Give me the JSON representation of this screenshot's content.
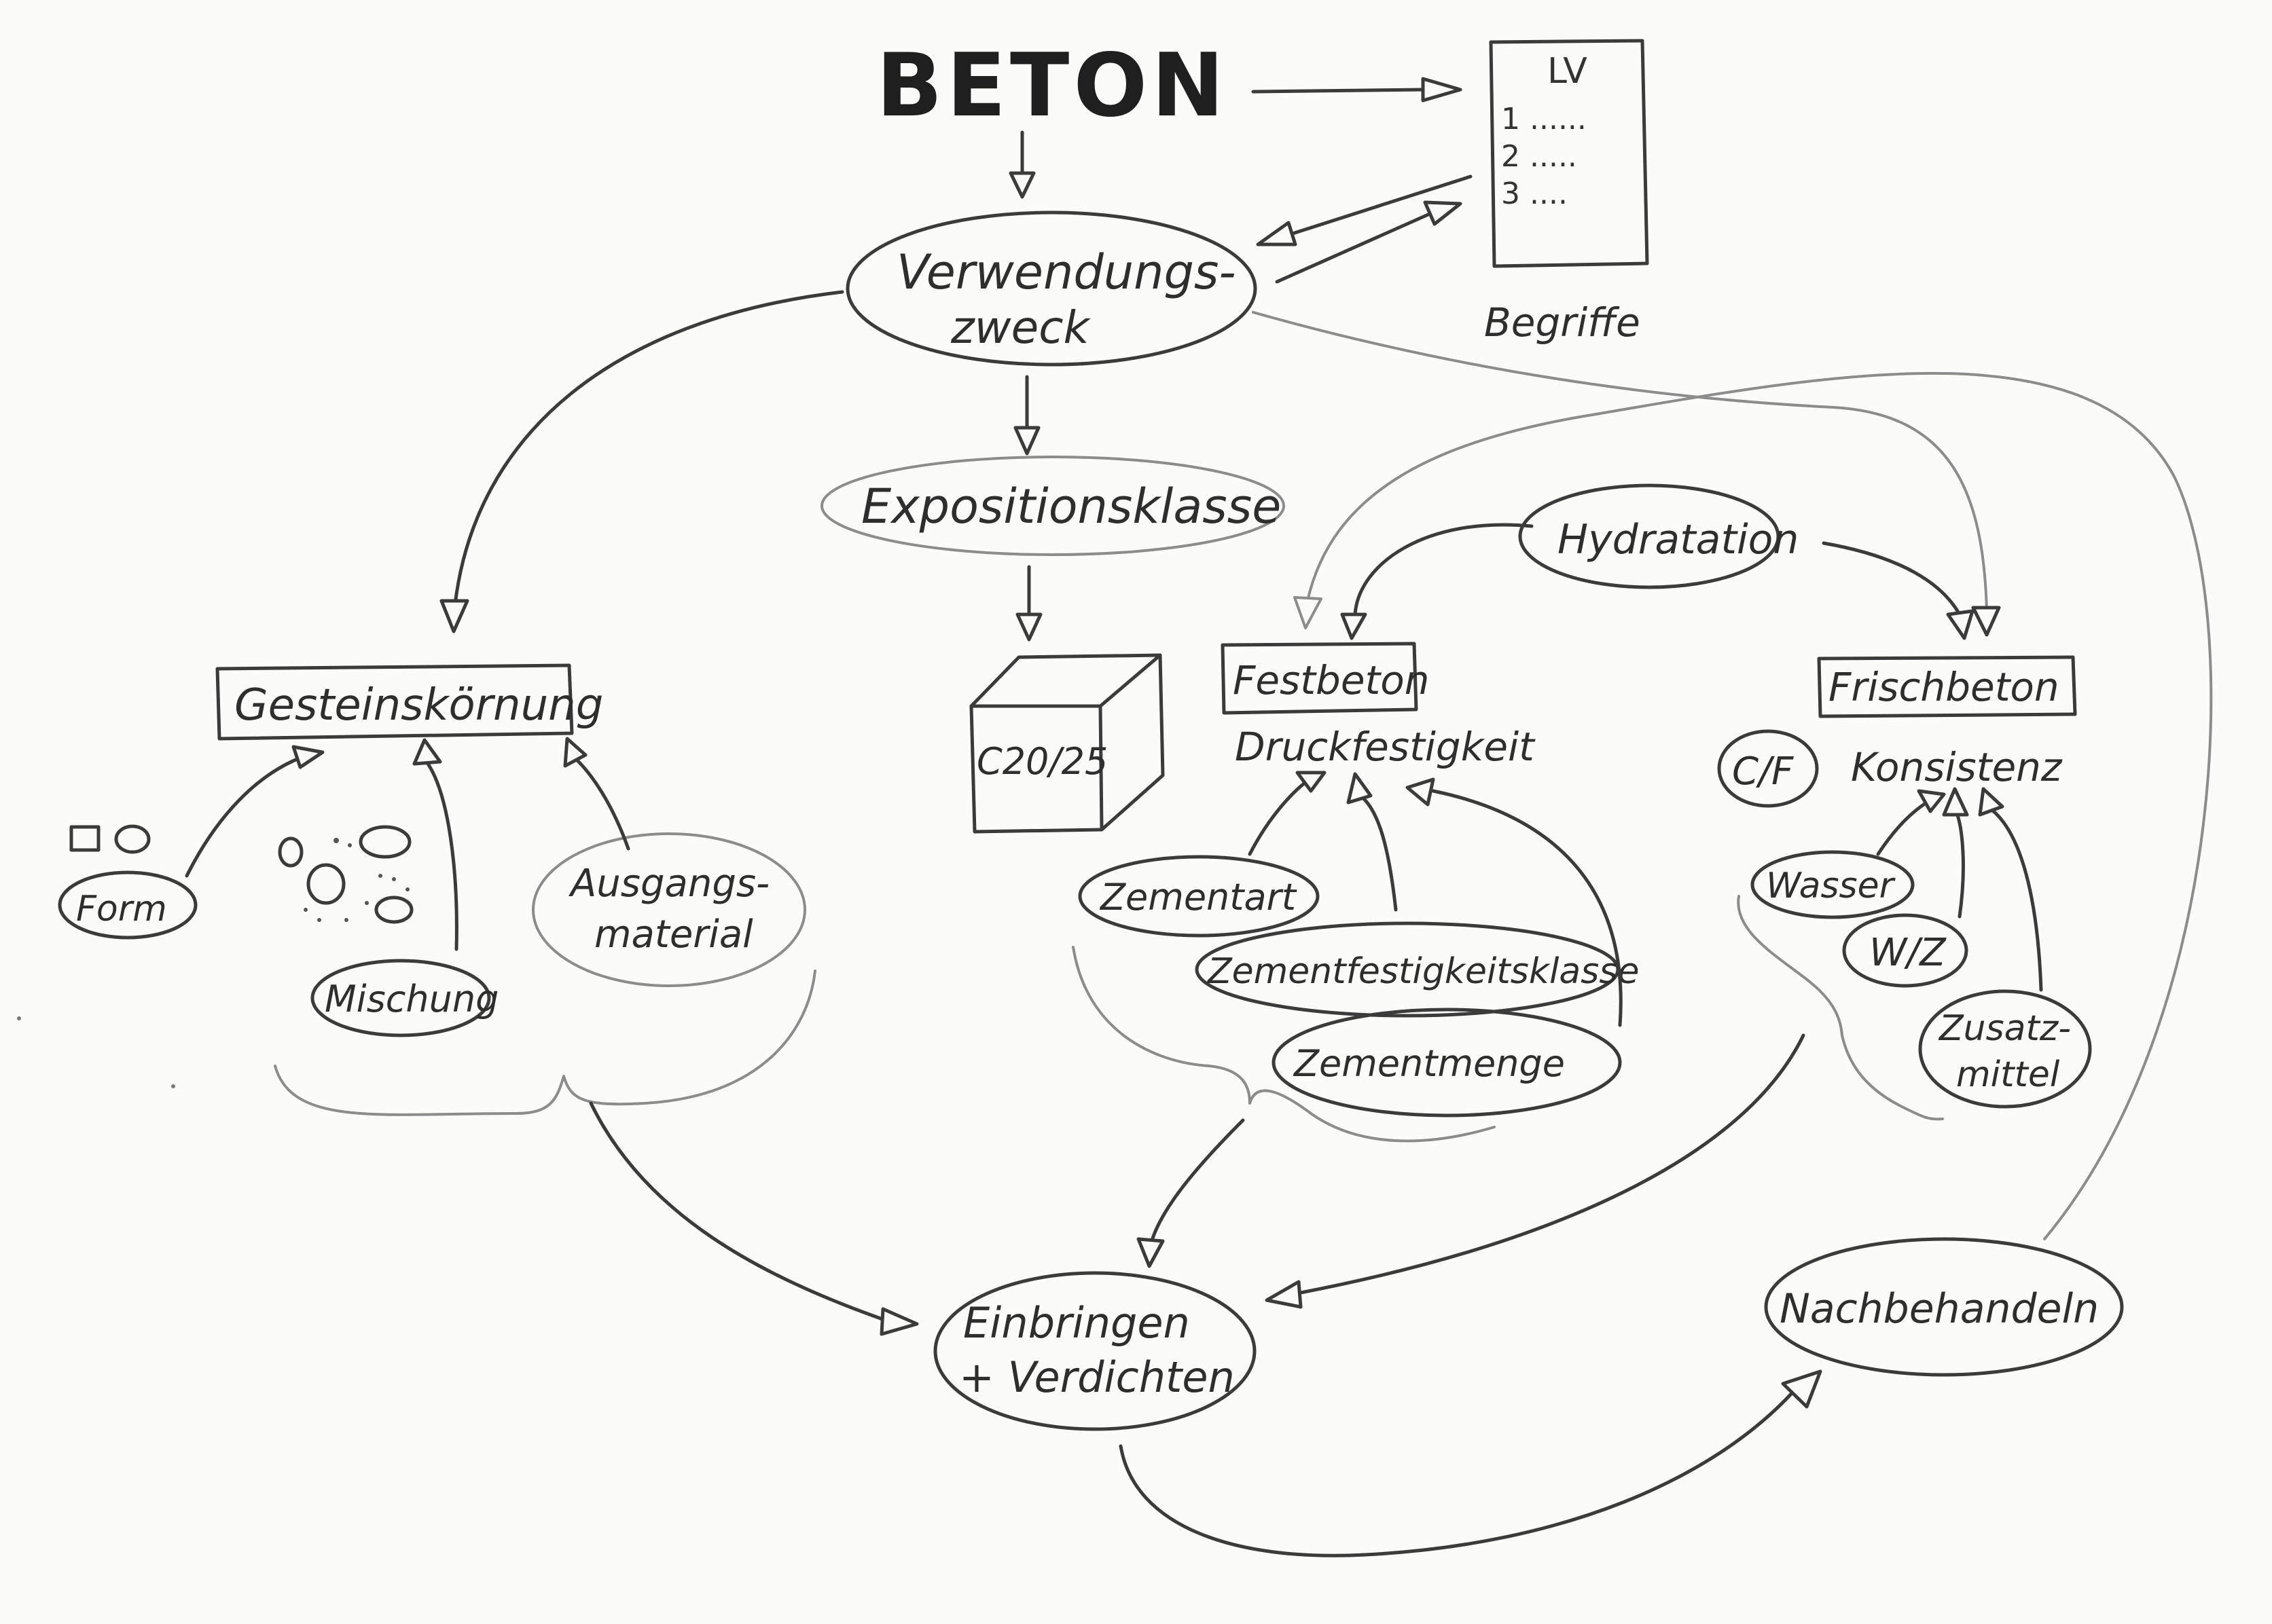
{
  "title": "BETON",
  "lv": {
    "heading": "LV",
    "items": [
      "1 ......",
      "2 .....",
      "3 ...."
    ],
    "caption": "Begriffe"
  },
  "nodes": {
    "verwendungszweck_1": "Verwendungs-",
    "verwendungszweck_2": "zweck",
    "expositionsklasse": "Expositionsklasse",
    "cube_label": "C20/25",
    "gesteinskornung": "Gesteinskörnung",
    "form": "Form",
    "mischung": "Mischung",
    "ausgangsmaterial_1": "Ausgangs-",
    "ausgangsmaterial_2": "material",
    "hydratation": "Hydratation",
    "festbeton": "Festbeton",
    "druckfestigkeit": "Druckfestigkeit",
    "zementart": "Zementart",
    "zementfestigkeitsklasse": "Zementfestigkeitsklasse",
    "zementmenge": "Zementmenge",
    "frischbeton": "Frischbeton",
    "cf": "C/F",
    "konsistenz": "Konsistenz",
    "wasser": "Wasser",
    "wz": "W/Z",
    "zusatzmittel_1": "Zusatz-",
    "zusatzmittel_2": "mittel",
    "einbringen_1": "Einbringen",
    "einbringen_2": "+ Verdichten",
    "nachbehandeln": "Nachbehandeln"
  }
}
